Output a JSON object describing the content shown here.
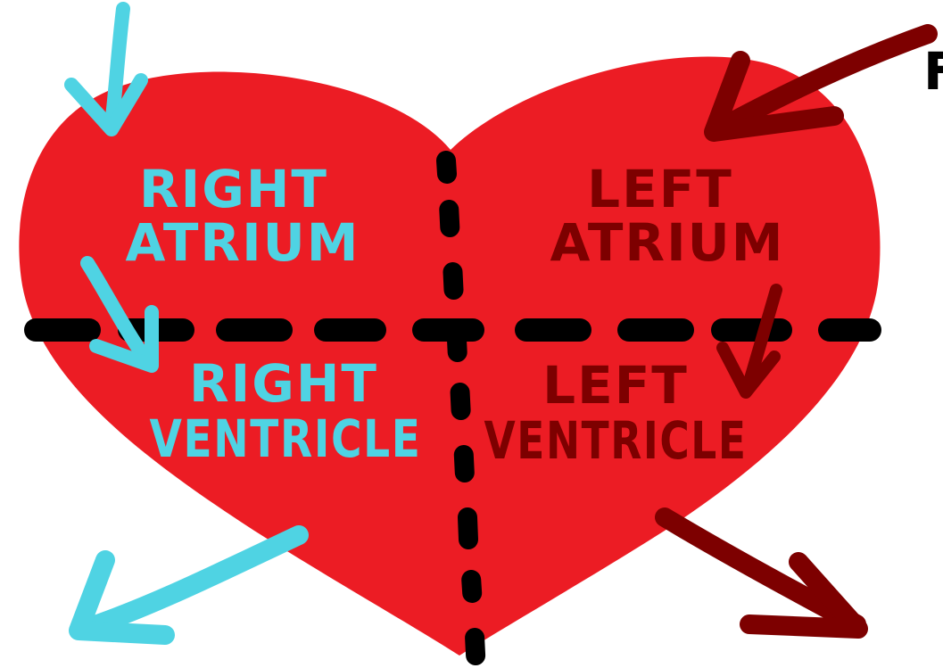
{
  "colors": {
    "heart": "#ec1c24",
    "right_side": "#4fd3e3",
    "left_side": "#7d0000",
    "divider": "#000000",
    "background": "#ffffff"
  },
  "chambers": {
    "right_atrium": {
      "line1": "RIGHT",
      "line2": "ATRIUM"
    },
    "left_atrium": {
      "line1": "LEFT",
      "line2": "ATRIUM"
    },
    "right_ventricle": {
      "line1": "RIGHT",
      "line2": "VENTRICLE"
    },
    "left_ventricle": {
      "line1": "LEFT",
      "line2": "VENTRICLE"
    }
  },
  "cropped_label": "F",
  "arrows": {
    "into_right_atrium": "arrow-icon",
    "right_atrium_to_right_ventricle": "arrow-icon",
    "out_of_right_ventricle": "arrow-icon",
    "into_left_atrium": "arrow-icon",
    "left_atrium_to_left_ventricle": "arrow-icon",
    "out_of_left_ventricle": "arrow-icon"
  }
}
